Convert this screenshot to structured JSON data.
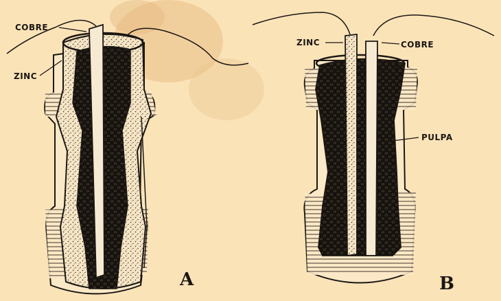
{
  "figure_a": {
    "letter": "A",
    "labels": {
      "cobre": "COBRE",
      "zinc": "ZINC"
    }
  },
  "figure_b": {
    "letter": "B",
    "labels": {
      "zinc": "ZINC",
      "cobre": "COBRE",
      "pulpa": "PULPA"
    }
  },
  "colors": {
    "paper": "#fbe3b8",
    "ink": "#1b1713",
    "stain": "#e9bf86"
  }
}
